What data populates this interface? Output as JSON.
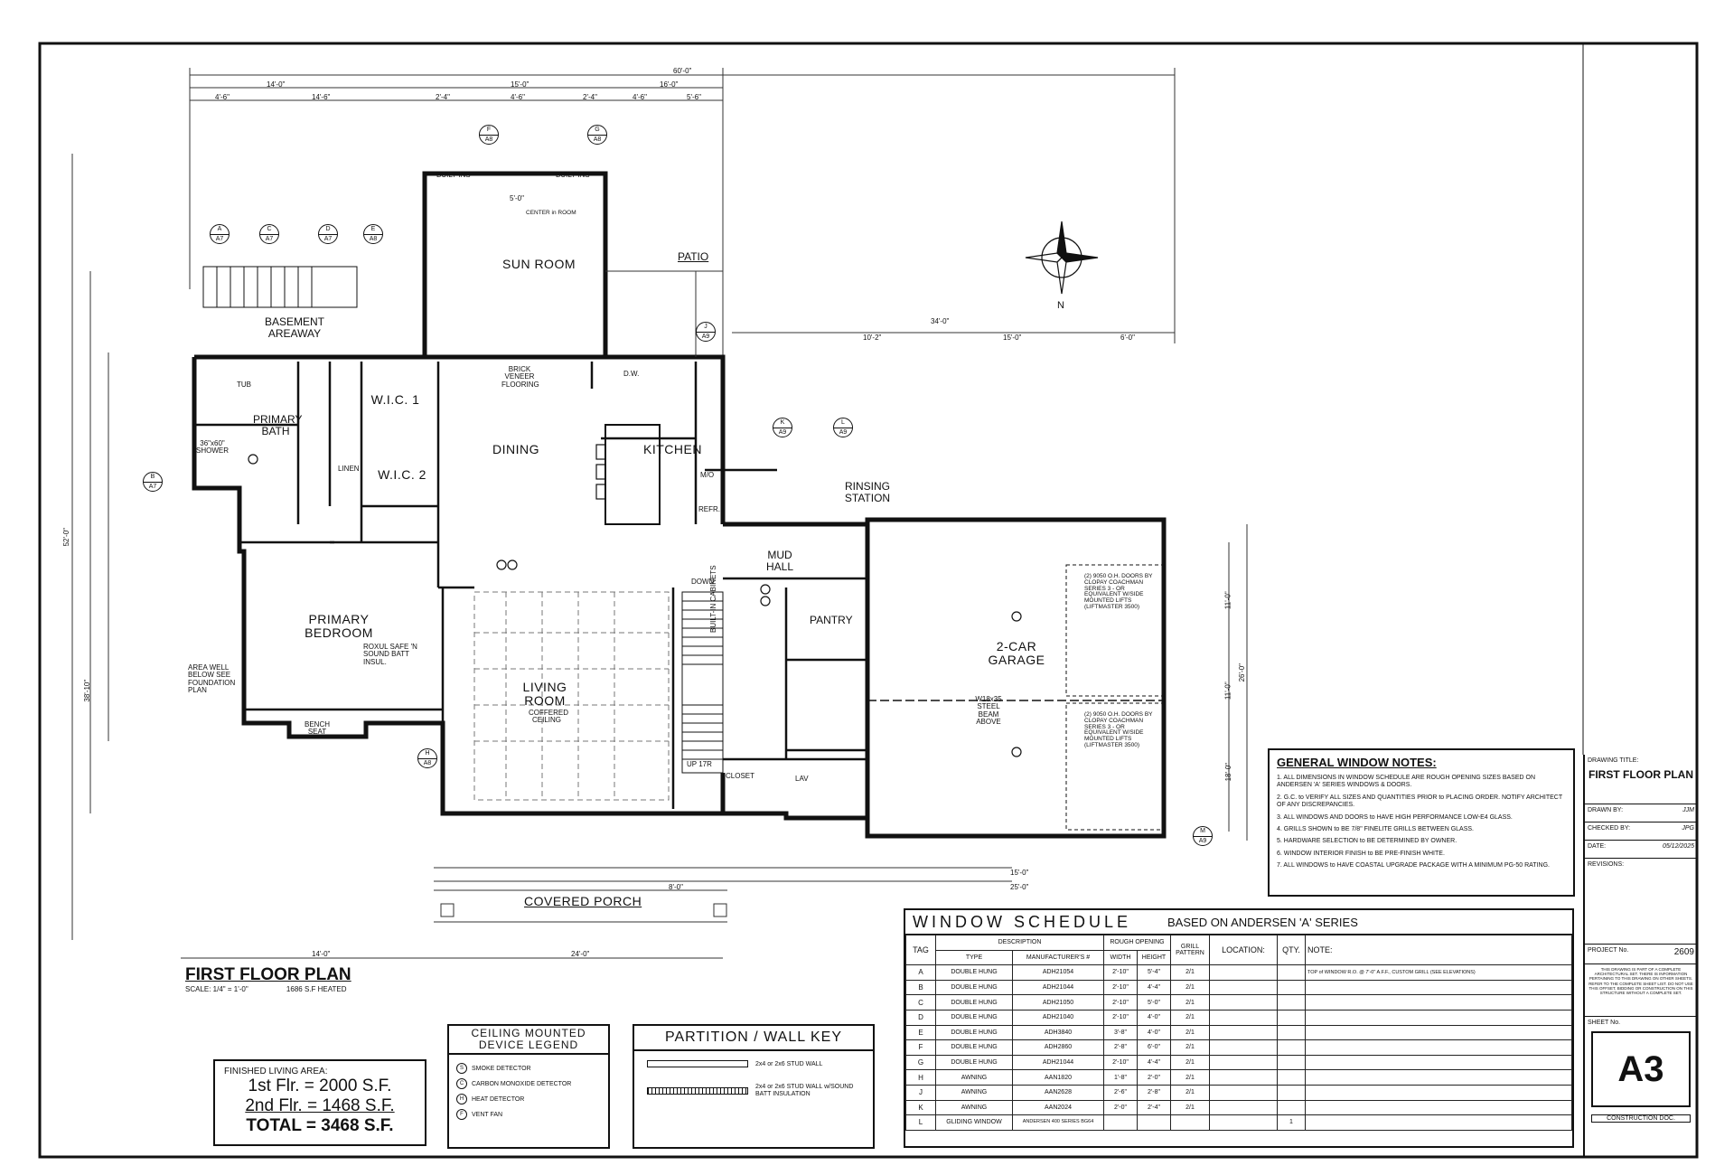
{
  "title_block": {
    "drawing_title_label": "DRAWING TITLE:",
    "drawing_title": "FIRST FLOOR PLAN",
    "drawn_by_label": "DRAWN BY:",
    "drawn_by": "JJM",
    "checked_by_label": "CHECKED BY:",
    "checked_by": "JPG",
    "date_label": "DATE:",
    "date": "05/12/2025",
    "revisions_label": "REVISIONS:",
    "project_no_label": "PROJECT No.",
    "project_no": "2609",
    "copyright_note": "THIS DRAWING IS PART OF A COMPLETE ARCHITECTURAL SET. THERE IS INFORMATION PERTAINING TO THIS DRAWING ON OTHER SHEETS. REFER TO THE COMPLETE SHEET LIST. DO NOT USE THIS OFFSET, BIDDING OR CONSTRUCTION ON THIS STRUCTURE WITHOUT A COMPLETE SET.",
    "sheet_no_label": "SHEET No.",
    "sheet_no": "A3",
    "status": "CONSTRUCTION DOC."
  },
  "plan": {
    "title": "FIRST FLOOR PLAN",
    "scale": "SCALE: 1/4\" = 1'-0\"",
    "heated_area": "1686 S.F HEATED"
  },
  "area_summary": {
    "label": "FINISHED LIVING AREA:",
    "first_floor": "1st Flr. = 2000 S.F.",
    "second_floor": "2nd Flr. = 1468 S.F.",
    "total": "TOTAL = 3468 S.F."
  },
  "ceiling_legend": {
    "title": "CEILING MOUNTED DEVICE LEGEND",
    "items": [
      {
        "symbol": "S",
        "label": "SMOKE DETECTOR"
      },
      {
        "symbol": "C",
        "label": "CARBON MONOXIDE DETECTOR"
      },
      {
        "symbol": "H",
        "label": "HEAT DETECTOR"
      },
      {
        "symbol": "F",
        "label": "VENT FAN"
      }
    ]
  },
  "partition_key": {
    "title": "PARTITION / WALL KEY",
    "items": [
      {
        "label": "2x4 or 2x6 STUD WALL"
      },
      {
        "label": "2x4 or 2x6 STUD WALL w/SOUND BATT INSULATION"
      }
    ]
  },
  "general_notes": {
    "title": "GENERAL WINDOW NOTES:",
    "items": [
      "1. ALL DIMENSIONS IN WINDOW SCHEDULE ARE ROUGH OPENING SIZES BASED ON ANDERSEN 'A' SERIES WINDOWS & DOORS.",
      "2. G.C. to VERIFY ALL SIZES AND QUANTITIES PRIOR to PLACING ORDER. NOTIFY ARCHITECT OF ANY DISCREPANCIES.",
      "3. ALL WINDOWS AND DOORS to HAVE HIGH PERFORMANCE LOW-E4 GLASS.",
      "4. GRILLS SHOWN to BE 7/8\" FINELITE GRILLS BETWEEN GLASS.",
      "5. HARDWARE SELECTION to BE DETERMINED BY OWNER.",
      "6. WINDOW INTERIOR FINISH to BE PRE-FINISH WHITE.",
      "7. ALL WINDOWS to HAVE COASTAL UPGRADE PACKAGE WITH A MINIMUM PG-50 RATING."
    ]
  },
  "window_schedule": {
    "title": "WINDOW SCHEDULE",
    "subtitle": "BASED ON ANDERSEN 'A' SERIES",
    "headers": {
      "tag": "TAG",
      "description": "DESCRIPTION",
      "type": "TYPE",
      "manufacturer": "MANUFACTURER'S #",
      "rough_opening": "ROUGH OPENING",
      "width": "WIDTH",
      "height": "HEIGHT",
      "grill": "GRILL PATTERN",
      "location": "LOCATION:",
      "qty": "QTY.",
      "note": "NOTE:"
    },
    "rows": [
      {
        "tag": "A",
        "type": "DOUBLE HUNG",
        "mfr": "ADH21054",
        "width": "2'-10\"",
        "height": "5'-4\"",
        "grill": "2/1",
        "qty": "",
        "note": "TOP of WINDOW R.O. @ 7'-0\" A.F.F.,   CUSTOM GRILL (SEE ELEVATIONS)"
      },
      {
        "tag": "B",
        "type": "DOUBLE HUNG",
        "mfr": "ADH21044",
        "width": "2'-10\"",
        "height": "4'-4\"",
        "grill": "2/1",
        "qty": "",
        "note": ""
      },
      {
        "tag": "C",
        "type": "DOUBLE HUNG",
        "mfr": "ADH21050",
        "width": "2'-10\"",
        "height": "5'-0\"",
        "grill": "2/1",
        "qty": "",
        "note": ""
      },
      {
        "tag": "D",
        "type": "DOUBLE HUNG",
        "mfr": "ADH21040",
        "width": "2'-10\"",
        "height": "4'-0\"",
        "grill": "2/1",
        "qty": "",
        "note": ""
      },
      {
        "tag": "E",
        "type": "DOUBLE HUNG",
        "mfr": "ADH3840",
        "width": "3'-8\"",
        "height": "4'-0\"",
        "grill": "2/1",
        "qty": "",
        "note": ""
      },
      {
        "tag": "F",
        "type": "DOUBLE HUNG",
        "mfr": "ADH2860",
        "width": "2'-8\"",
        "height": "6'-0\"",
        "grill": "2/1",
        "qty": "",
        "note": ""
      },
      {
        "tag": "G",
        "type": "DOUBLE HUNG",
        "mfr": "ADH21044",
        "width": "2'-10\"",
        "height": "4'-4\"",
        "grill": "2/1",
        "qty": "",
        "note": ""
      },
      {
        "tag": "H",
        "type": "AWNING",
        "mfr": "AAN1820",
        "width": "1'-8\"",
        "height": "2'-0\"",
        "grill": "2/1",
        "qty": "",
        "note": ""
      },
      {
        "tag": "J",
        "type": "AWNING",
        "mfr": "AAN2628",
        "width": "2'-6\"",
        "height": "2'-8\"",
        "grill": "2/1",
        "qty": "",
        "note": ""
      },
      {
        "tag": "K",
        "type": "AWNING",
        "mfr": "AAN2024",
        "width": "2'-0\"",
        "height": "2'-4\"",
        "grill": "2/1",
        "qty": "",
        "note": ""
      },
      {
        "tag": "L",
        "type": "GLIDING WINDOW",
        "mfr": "ANDERSEN 400 SERIES BG64",
        "width": "",
        "height": "",
        "grill": "",
        "qty": "1",
        "note": ""
      }
    ]
  },
  "rooms": {
    "sun_room": "SUN ROOM",
    "patio": "PATIO",
    "basement_areaway": "BASEMENT AREAWAY",
    "primary_bath": "PRIMARY BATH",
    "wic1": "W.I.C. 1",
    "wic2": "W.I.C. 2",
    "dining": "DINING",
    "kitchen": "KITCHEN",
    "rinsing_station": "RINSING STATION",
    "mud_hall": "MUD HALL",
    "pantry": "PANTRY",
    "primary_bedroom": "PRIMARY BEDROOM",
    "living_room": "LIVING ROOM",
    "garage": "2-CAR GARAGE",
    "covered_porch": "COVERED PORCH",
    "coffered_ceiling": "COFFERED CEILING",
    "brick_flooring": "BRICK VENEER FLOORING",
    "built_ins_left": "BUILT-INS",
    "built_ins_right": "BUILT-INS",
    "built_in_cabinets": "BUILT-IN CABINETS",
    "tub": "TUB",
    "shower": "36\"x60\" SHOWER",
    "steel_beam": "W18x35 STEEL BEAM ABOVE",
    "area_well": "AREA WELL BELOW SEE FOUNDATION PLAN",
    "roxul": "ROXUL SAFE 'N SOUND BATT INSUL.",
    "bench_seat": "BENCH SEAT",
    "linen": "LINEN",
    "dw": "D.W.",
    "refr": "REFR.",
    "mw": "M/O",
    "closet": "CLOSET",
    "lav": "LAV",
    "down": "DOWN",
    "up": "UP 17R",
    "garage_door_note_1": "(2) 9050 O.H. DOORS BY CLOPAY COACHMAN SERIES 3 - OR EQUIVALENT W/SIDE MOUNTED LIFTS (LIFTMASTER 3500)",
    "garage_door_note_2": "(2) 9050 O.H. DOORS BY CLOPAY COACHMAN SERIES 3 - OR EQUIVALENT W/SIDE MOUNTED LIFTS (LIFTMASTER 3500)"
  },
  "dims": {
    "overall_top": "60'-0\"",
    "d14": "14'-0\"",
    "d15": "15'-0\"",
    "d16": "16'-0\"",
    "d4_6": "4'-6\"",
    "d14_6": "14'-6\"",
    "d2_4": "2'-4\"",
    "d4_6b": "4'-6\"",
    "d2_4b": "2'-4\"",
    "d4_6c": "4'-6\"",
    "d5_6": "5'-6\"",
    "d34": "34'-0\"",
    "d10_2": "10'-2\"",
    "d15b": "15'-0\"",
    "d6_0": "6'-0\"",
    "d52": "52'-0\"",
    "d26": "26'-0\"",
    "d24": "24'-0\"",
    "d14b": "14'-0\"",
    "d25": "25'-0\"",
    "d15c": "15'-0\"",
    "d8_0": "8'-0\"",
    "d11_0": "11'-0\"",
    "d18_0": "18'-0\"",
    "d11_0b": "11'-0\"",
    "d38": "38'-10\"",
    "center_room": "CENTER in ROOM",
    "d5_0": "5'-0\""
  },
  "section_tags": [
    {
      "top": "A",
      "bottom": "A7"
    },
    {
      "top": "C",
      "bottom": "A7"
    },
    {
      "top": "D",
      "bottom": "A7"
    },
    {
      "top": "E",
      "bottom": "A8"
    },
    {
      "top": "F",
      "bottom": "A8"
    },
    {
      "top": "G",
      "bottom": "A8"
    },
    {
      "top": "B",
      "bottom": "A7"
    },
    {
      "top": "J",
      "bottom": "A9"
    },
    {
      "top": "K",
      "bottom": "A9"
    },
    {
      "top": "L",
      "bottom": "A9"
    },
    {
      "top": "H",
      "bottom": "A8"
    },
    {
      "top": "M",
      "bottom": "A9"
    }
  ],
  "north_label": "N",
  "colors": {
    "ink": "#111111",
    "paper": "#ffffff",
    "gridline": "#999999"
  }
}
